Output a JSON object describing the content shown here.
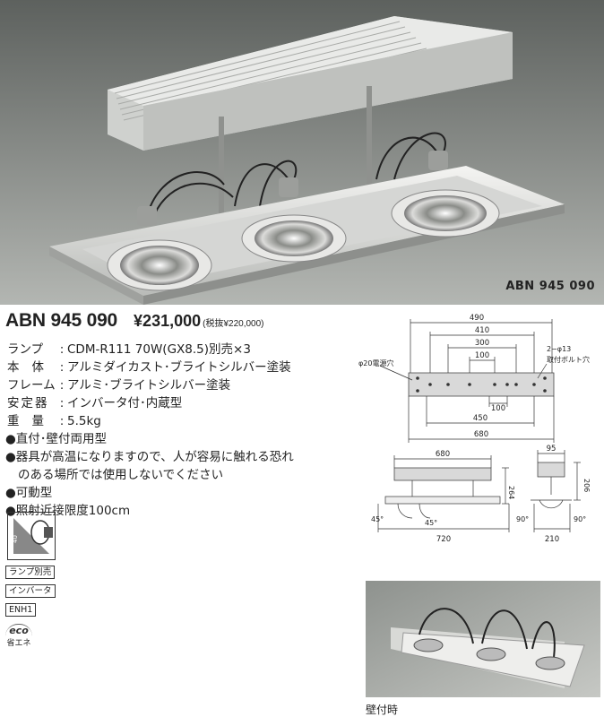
{
  "photo": {
    "caption": "ABN 945 090"
  },
  "product": {
    "model": "ABN 945 090",
    "price": "¥231,000",
    "price_tax": "(税抜¥220,000)"
  },
  "specs": [
    {
      "label": "ランプ",
      "value": "CDM-R111 70W(GX8.5)別売×3"
    },
    {
      "label": "本体",
      "value": "アルミダイカスト･ブライトシルバー塗装"
    },
    {
      "label": "フレーム",
      "value": "アルミ･ブライトシルバー塗装"
    },
    {
      "label": "安定器",
      "value": "インバータ付･内蔵型"
    },
    {
      "label": "重量",
      "value": "5.5kg"
    }
  ],
  "notes": [
    "●直付･壁付両用型",
    "●器具が高温になりますので、人が容易に触れる恐れのある場所では使用しないでください",
    "●可動型",
    "●照射近接限度100cm"
  ],
  "icon_label": "40",
  "badges": [
    "ランプ別売",
    "インバータ",
    "ENH1"
  ],
  "eco": {
    "mark": "eco",
    "label": "省エネ"
  },
  "dimensions": {
    "top": [
      "490",
      "410",
      "300",
      "100"
    ],
    "hole_label": "φ20電源穴",
    "mount_label_1": "2−φ13",
    "mount_label_2": "取付ボルト穴",
    "bottom": [
      "100",
      "450",
      "680"
    ],
    "side_top": "680",
    "side_height": "264",
    "side_bottom": "720",
    "angle_left": "45°",
    "angle_right": "45°",
    "end_top": "95",
    "end_height": "206",
    "end_angle_left": "90°",
    "end_angle_right": "90°",
    "end_bottom": "210"
  },
  "wall_caption": "壁付時"
}
